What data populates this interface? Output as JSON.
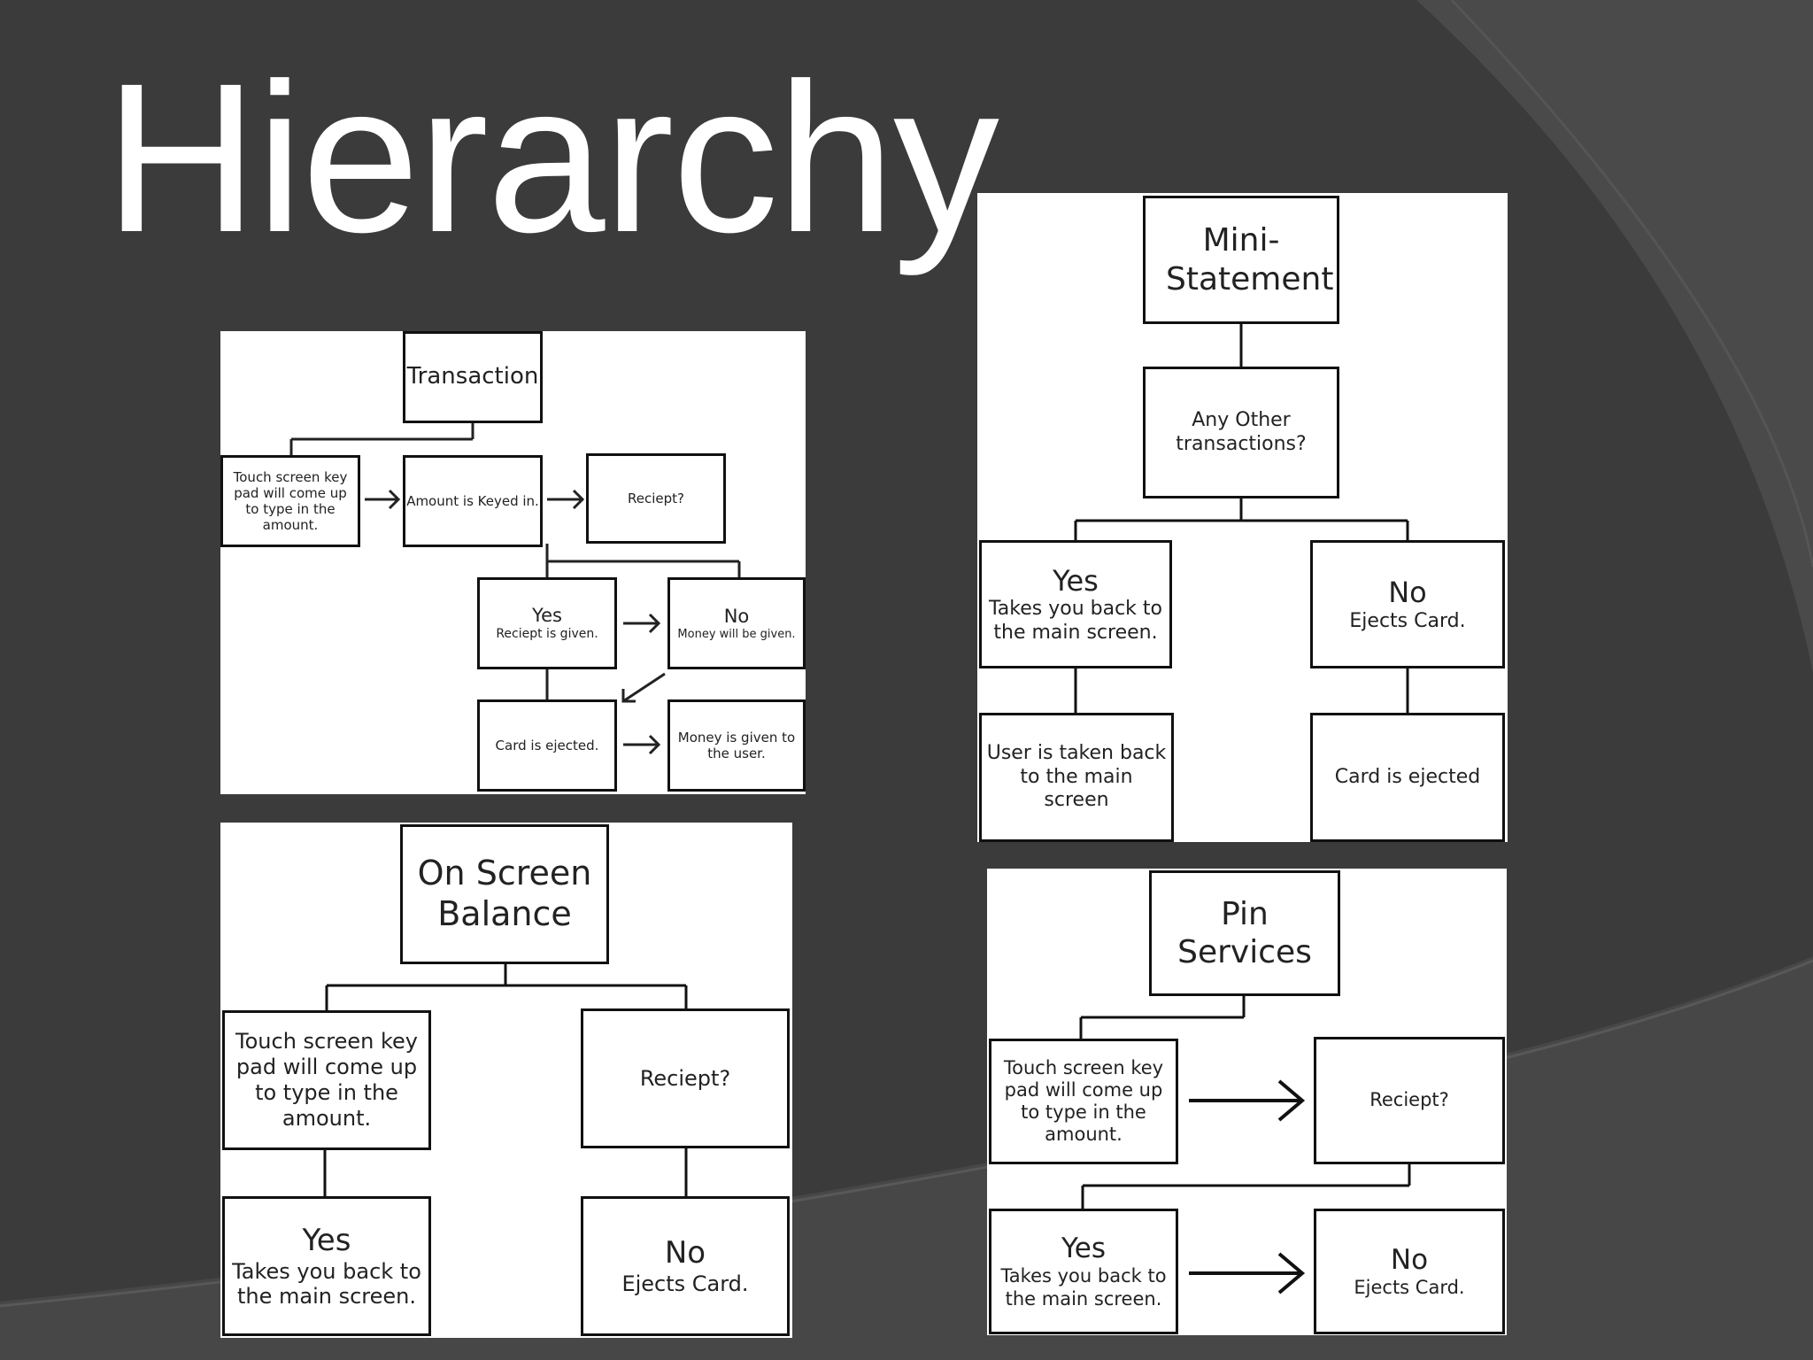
{
  "slide": {
    "title": "Hierarchy"
  },
  "colors": {
    "background": "#3b3b3b",
    "swoosh": "#4a4a4a",
    "panel": "#ffffff",
    "line": "#111111",
    "title": "#ffffff"
  },
  "transaction": {
    "root": "Transaction",
    "keypad": "Touch screen key pad will come up to type in the amount.",
    "amount": "Amount is Keyed in.",
    "receipt": "Reciept?",
    "yes": {
      "label": "Yes",
      "detail": "Reciept is given."
    },
    "no": {
      "label": "No",
      "detail": "Money will be given."
    },
    "card_ejected": "Card is ejected.",
    "money_given": "Money is given to the user."
  },
  "mini_statement": {
    "root": "Mini-Statement",
    "question": "Any Other transactions?",
    "yes": {
      "label": "Yes",
      "detail": "Takes you back to the main screen."
    },
    "no": {
      "label": "No",
      "detail": "Ejects Card."
    },
    "yes_result": "User is taken back to the main screen",
    "no_result": "Card is ejected"
  },
  "balance": {
    "root": "On Screen Balance",
    "keypad": "Touch screen key pad will come up to type in the amount.",
    "receipt": "Reciept?",
    "yes": {
      "label": "Yes",
      "detail": "Takes you back to the main screen."
    },
    "no": {
      "label": "No",
      "detail": "Ejects Card."
    }
  },
  "pin": {
    "root": "Pin Services",
    "keypad": "Touch screen key pad will come up to type in the amount.",
    "receipt": "Reciept?",
    "yes": {
      "label": "Yes",
      "detail": "Takes you back to the main screen."
    },
    "no": {
      "label": "No",
      "detail": "Ejects Card."
    }
  }
}
